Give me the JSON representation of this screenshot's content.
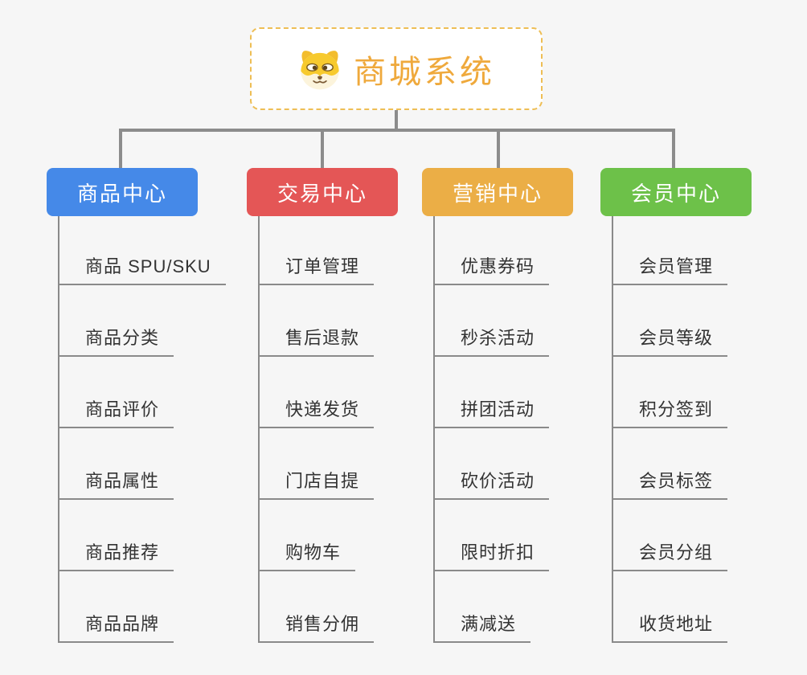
{
  "root": {
    "title": "商城系统",
    "icon": "dog-face-icon"
  },
  "colors": {
    "background": "#f6f6f6",
    "root_border": "#eebe55",
    "root_title": "#efa93c",
    "connector": "#8c8c8c",
    "child_line": "#8a8a8a",
    "child_text": "#333333"
  },
  "branches": [
    {
      "label": "商品中心",
      "color": "#4589e8",
      "children": [
        "商品 SPU/SKU",
        "商品分类",
        "商品评价",
        "商品属性",
        "商品推荐",
        "商品品牌"
      ]
    },
    {
      "label": "交易中心",
      "color": "#e45656",
      "children": [
        "订单管理",
        "售后退款",
        "快递发货",
        "门店自提",
        "购物车",
        "销售分佣"
      ]
    },
    {
      "label": "营销中心",
      "color": "#ebae46",
      "children": [
        "优惠券码",
        "秒杀活动",
        "拼团活动",
        "砍价活动",
        "限时折扣",
        "满减送"
      ]
    },
    {
      "label": "会员中心",
      "color": "#6dc149",
      "children": [
        "会员管理",
        "会员等级",
        "积分签到",
        "会员标签",
        "会员分组",
        "收货地址"
      ]
    }
  ]
}
